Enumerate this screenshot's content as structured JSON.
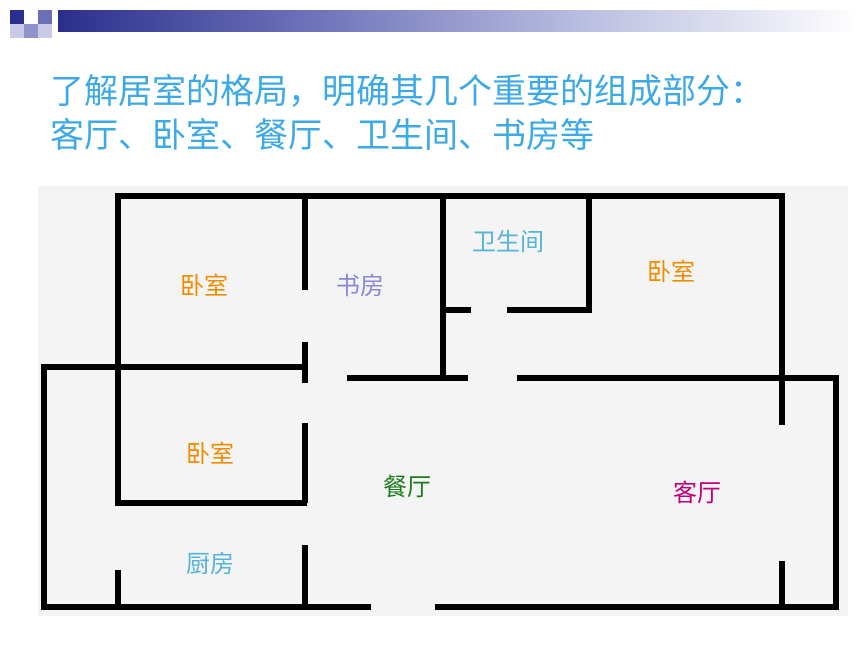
{
  "heading": {
    "line1": "了解居室的格局，明确其几个重要的组成部分：",
    "line2": "客厅、卧室、餐厅、卫生间、书房等"
  },
  "rooms": [
    {
      "id": "bedroom-1",
      "label": "卧室",
      "color": "#f08c00"
    },
    {
      "id": "study",
      "label": "书房",
      "color": "#8a86d8"
    },
    {
      "id": "bathroom",
      "label": "卫生间",
      "color": "#56b4d8"
    },
    {
      "id": "bedroom-2",
      "label": "卧室",
      "color": "#f08c00"
    },
    {
      "id": "bedroom-3",
      "label": "卧室",
      "color": "#f08c00"
    },
    {
      "id": "dining",
      "label": "餐厅",
      "color": "#1e7a1e"
    },
    {
      "id": "living",
      "label": "客厅",
      "color": "#c0007a"
    },
    {
      "id": "kitchen",
      "label": "厨房",
      "color": "#56b4d8"
    }
  ],
  "colors": {
    "heading": "#3da9e6",
    "wall": "#000000",
    "banner_dark": "#2b2f8c"
  }
}
